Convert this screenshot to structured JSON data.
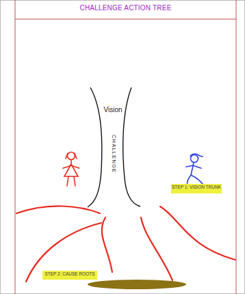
{
  "diagram": {
    "title": "CHALLENGE ACTION TREE",
    "nodes": [
      {
        "text": [
          "Vision",
          "CHALLENGE"
        ]
      },
      {
        "text": [
          "STEP 1: VISION TRUNK"
        ]
      },
      {
        "text": [
          "STEP 2: CAUSE ROOTS"
        ]
      }
    ]
  }
}
